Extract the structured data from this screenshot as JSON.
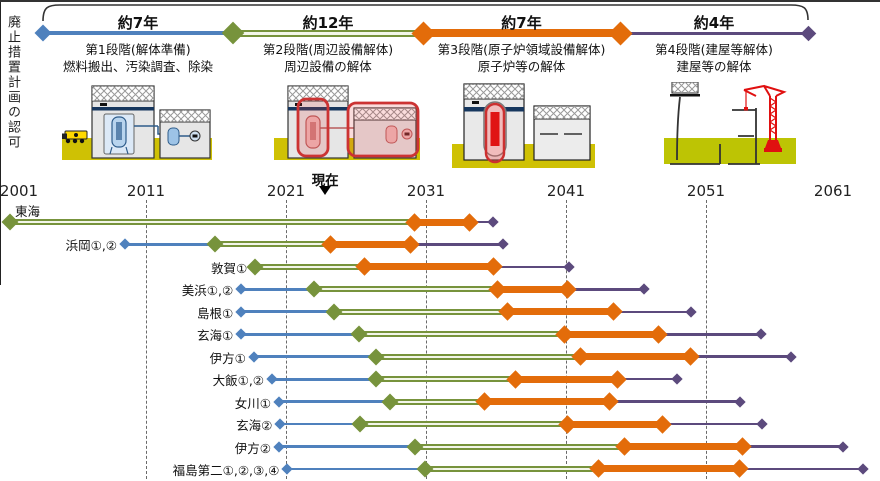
{
  "page": {
    "left_vertical_label": "廃止措置計画の認可"
  },
  "colors": {
    "phase1_blue": "#4f81bd",
    "phase2_green": "#77933c",
    "phase3_orange": "#e36c0a",
    "phase4_purple": "#5c4a7d",
    "illustration_ground": "#cfc104",
    "highlight_red": "#cc3333"
  },
  "top_timeline": {
    "phases": [
      {
        "duration": "約7年",
        "title": "第1段階(解体準備)",
        "subtitle": "燃料搬出、汚染調査、除染",
        "color": "#4f81bd"
      },
      {
        "duration": "約12年",
        "title": "第2段階(周辺設備解体)",
        "subtitle": "周辺設備の解体",
        "color": "#77933c"
      },
      {
        "duration": "約7年",
        "title": "第3段階(原子炉領域設備解体)",
        "subtitle": "原子炉等の解体",
        "color": "#e36c0a"
      },
      {
        "duration": "約4年",
        "title": "第4段階(建屋等解体)",
        "subtitle": "建屋等の解体",
        "color": "#5c4a7d"
      }
    ]
  },
  "gantt": {
    "now_label": "現在",
    "now_year": 2023.8,
    "axis_years": [
      2001,
      2011,
      2021,
      2031,
      2041,
      2051,
      2061
    ],
    "gridline_years": [
      2011,
      2021,
      2031,
      2041,
      2051
    ],
    "rows": [
      {
        "label": "東海",
        "label_above": true,
        "blue_start": null,
        "green_start": 2001.3,
        "orange_start": 2030.2,
        "orange_end": 2034.1,
        "purple_end": 2035.8
      },
      {
        "label": "浜岡①,②",
        "label_above": false,
        "blue_start": 2009.5,
        "green_start": 2015.9,
        "orange_start": 2024.2,
        "orange_end": 2029.9,
        "purple_end": 2036.5
      },
      {
        "label": "敦賀①",
        "label_above": false,
        "blue_start": null,
        "green_start": 2018.8,
        "orange_start": 2026.6,
        "orange_end": 2035.8,
        "purple_end": 2041.2
      },
      {
        "label": "美浜①,②",
        "label_above": false,
        "blue_start": 2017.8,
        "green_start": 2023.0,
        "orange_start": 2036.1,
        "orange_end": 2041.1,
        "purple_end": 2046.6
      },
      {
        "label": "島根①",
        "label_above": false,
        "blue_start": 2017.8,
        "green_start": 2024.4,
        "orange_start": 2036.8,
        "orange_end": 2044.4,
        "purple_end": 2049.9
      },
      {
        "label": "玄海①",
        "label_above": false,
        "blue_start": 2017.8,
        "green_start": 2026.2,
        "orange_start": 2040.9,
        "orange_end": 2047.6,
        "purple_end": 2054.9
      },
      {
        "label": "伊方①",
        "label_above": false,
        "blue_start": 2018.7,
        "green_start": 2027.4,
        "orange_start": 2042.0,
        "orange_end": 2049.9,
        "purple_end": 2057.1
      },
      {
        "label": "大飯①,②",
        "label_above": false,
        "blue_start": 2020.0,
        "green_start": 2027.4,
        "orange_start": 2037.4,
        "orange_end": 2044.7,
        "purple_end": 2048.9
      },
      {
        "label": "女川①",
        "label_above": false,
        "blue_start": 2020.5,
        "green_start": 2028.4,
        "orange_start": 2035.2,
        "orange_end": 2044.1,
        "purple_end": 2053.4
      },
      {
        "label": "玄海②",
        "label_above": false,
        "blue_start": 2020.6,
        "green_start": 2026.3,
        "orange_start": 2041.1,
        "orange_end": 2047.9,
        "purple_end": 2055.0
      },
      {
        "label": "伊方②",
        "label_above": false,
        "blue_start": 2020.5,
        "green_start": 2030.2,
        "orange_start": 2045.2,
        "orange_end": 2053.6,
        "purple_end": 2060.8
      },
      {
        "label": "福島第二①,②,③,④",
        "label_above": false,
        "blue_start": 2021.1,
        "green_start": 2030.9,
        "orange_start": 2043.3,
        "orange_end": 2053.4,
        "purple_end": 2062.2
      }
    ]
  }
}
